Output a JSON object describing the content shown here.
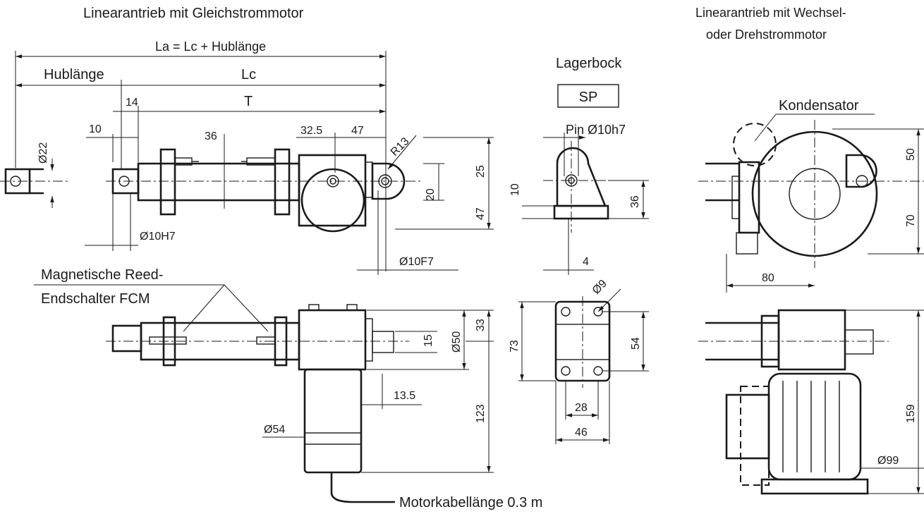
{
  "titles": {
    "dc": "Linearantrieb mit Gleichstrommotor",
    "ac_line1": "Linearantrieb mit Wechsel-",
    "ac_line2": "oder Drehstrommotor",
    "bracket": "Lagerbock",
    "bracket_code": "SP"
  },
  "labels": {
    "la": "La = Lc + Hublänge",
    "hub": "Hublänge",
    "lc": "Lc",
    "t": "T",
    "d14": "14",
    "d10": "10",
    "d36": "36",
    "d32_5": "32.5",
    "d47": "47",
    "r13": "R13",
    "d22": "Ø22",
    "d10h7": "Ø10H7",
    "d10f7": "Ø10F7",
    "d25": "25",
    "d20": "20",
    "d47v": "47",
    "pin": "Pin Ø10h7",
    "b10": "10",
    "b36": "36",
    "b4": "4",
    "b9": "Ø9",
    "b73": "73",
    "b54": "54",
    "b28": "28",
    "b46": "46",
    "reed1": "Magnetische Reed-",
    "reed2": "Endschalter FCM",
    "d15": "15",
    "d50": "Ø50",
    "d33": "33",
    "d13_5": "13.5",
    "d123": "123",
    "d54": "Ø54",
    "cable": "Motorkabellänge 0.3 m",
    "kond": "Kondensator",
    "a50": "50",
    "a70": "70",
    "a80": "80",
    "a159": "159",
    "a99": "Ø99"
  }
}
